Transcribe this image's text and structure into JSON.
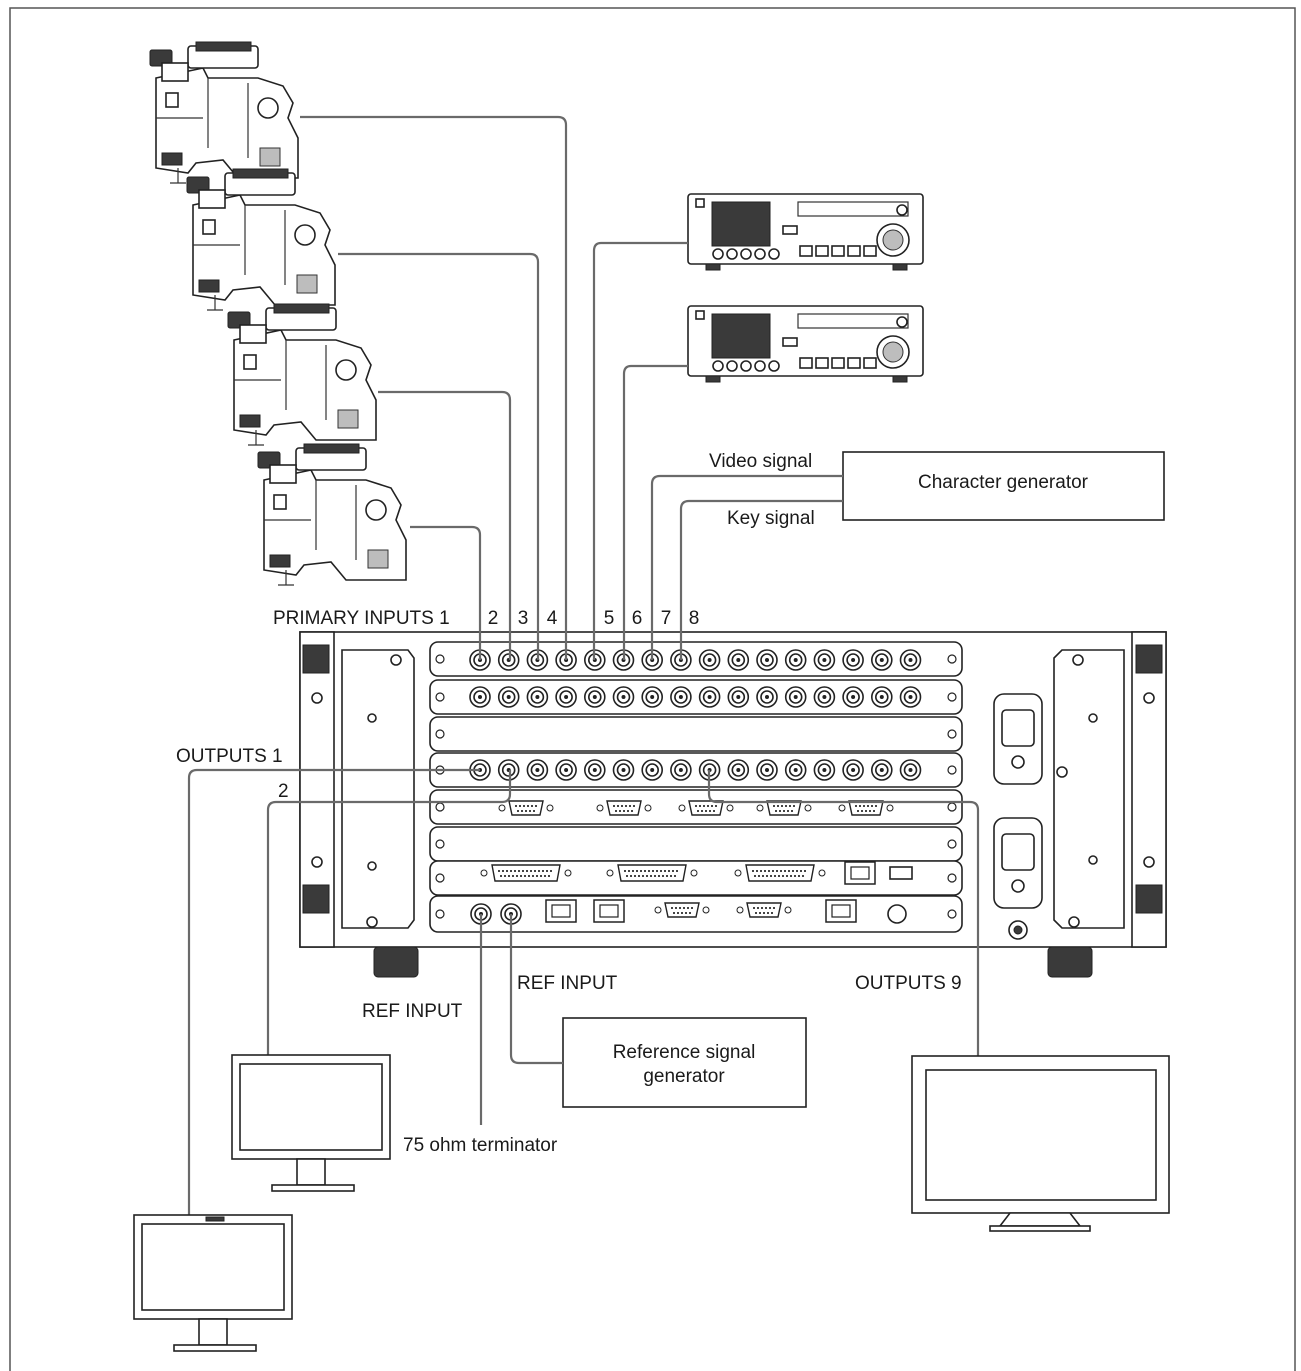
{
  "labels": {
    "primary_inputs": "PRIMARY INPUTS 1",
    "input_numbers": [
      "2",
      "3",
      "4",
      "5",
      "6",
      "7",
      "8"
    ],
    "outputs_1": "OUTPUTS 1",
    "outputs_2": "2",
    "outputs_9": "OUTPUTS 9",
    "ref_input_left": "REF INPUT",
    "ref_input_right": "REF INPUT",
    "terminator": "75 ohm terminator",
    "video_signal": "Video signal",
    "key_signal": "Key signal"
  },
  "boxes": {
    "character_generator": "Character generator",
    "reference_generator_line1": "Reference signal",
    "reference_generator_line2": "generator"
  },
  "devices": {
    "cameras": 4,
    "vtrs": 2,
    "monitors": 3
  }
}
